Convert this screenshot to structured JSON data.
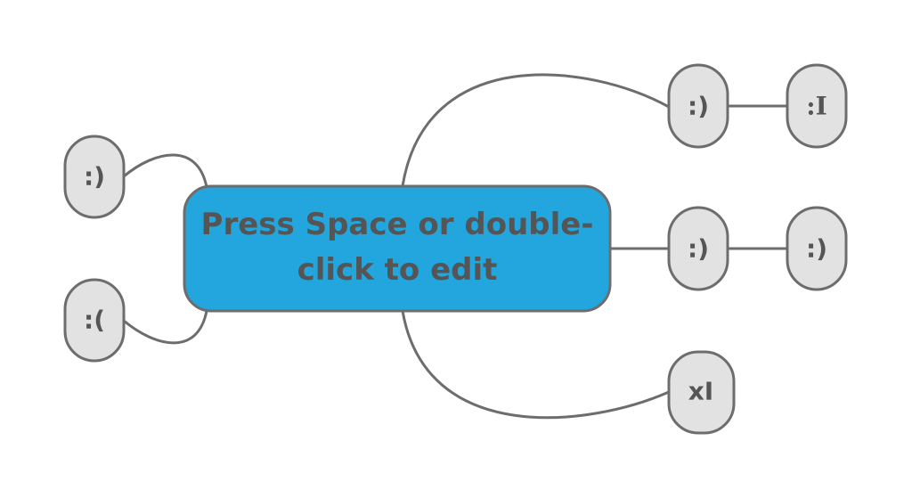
{
  "central_topic": {
    "line1": "Press Space or double-",
    "line2": "click to edit"
  },
  "nodes": {
    "left_top": ":)",
    "left_bottom": ":(",
    "right_top": ":)",
    "right_top_child": ":I",
    "right_middle": ":)",
    "right_middle_child": ":)",
    "right_bottom": "xI"
  },
  "colors": {
    "central_fill": "#22a6dd",
    "leaf_fill": "#e2e2e2",
    "stroke": "#6d6d6d",
    "text": "#555555"
  }
}
